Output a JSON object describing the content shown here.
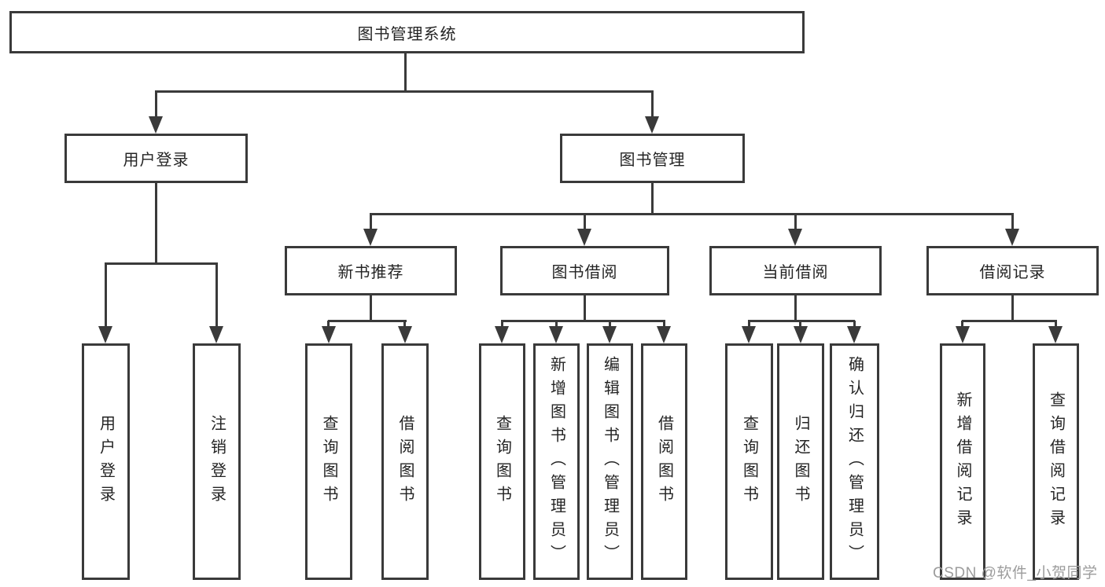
{
  "colors": {
    "line": "#3a3a3a",
    "text": "#242424",
    "background": "#ffffff",
    "watermark_text": "#9c9c9c"
  },
  "diagram": {
    "type": "hierarchy-tree",
    "root": {
      "label": "图书管理系统",
      "children": [
        {
          "label": "用户登录",
          "children": [
            {
              "label": "用户登录"
            },
            {
              "label": "注销登录"
            }
          ]
        },
        {
          "label": "图书管理",
          "children": [
            {
              "label": "新书推荐",
              "children": [
                {
                  "label": "查询图书"
                },
                {
                  "label": "借阅图书"
                }
              ]
            },
            {
              "label": "图书借阅",
              "children": [
                {
                  "label": "查询图书"
                },
                {
                  "label": "新增图书（管理员）"
                },
                {
                  "label": "编辑图书（管理员）"
                },
                {
                  "label": "借阅图书"
                }
              ]
            },
            {
              "label": "当前借阅",
              "children": [
                {
                  "label": "查询图书"
                },
                {
                  "label": "归还图书"
                },
                {
                  "label": "确认归还（管理员）"
                }
              ]
            },
            {
              "label": "借阅记录",
              "children": [
                {
                  "label": "新增借阅记录"
                },
                {
                  "label": "查询借阅记录"
                }
              ]
            }
          ]
        }
      ]
    }
  },
  "watermark": "CSDN @软件_小贺同学"
}
